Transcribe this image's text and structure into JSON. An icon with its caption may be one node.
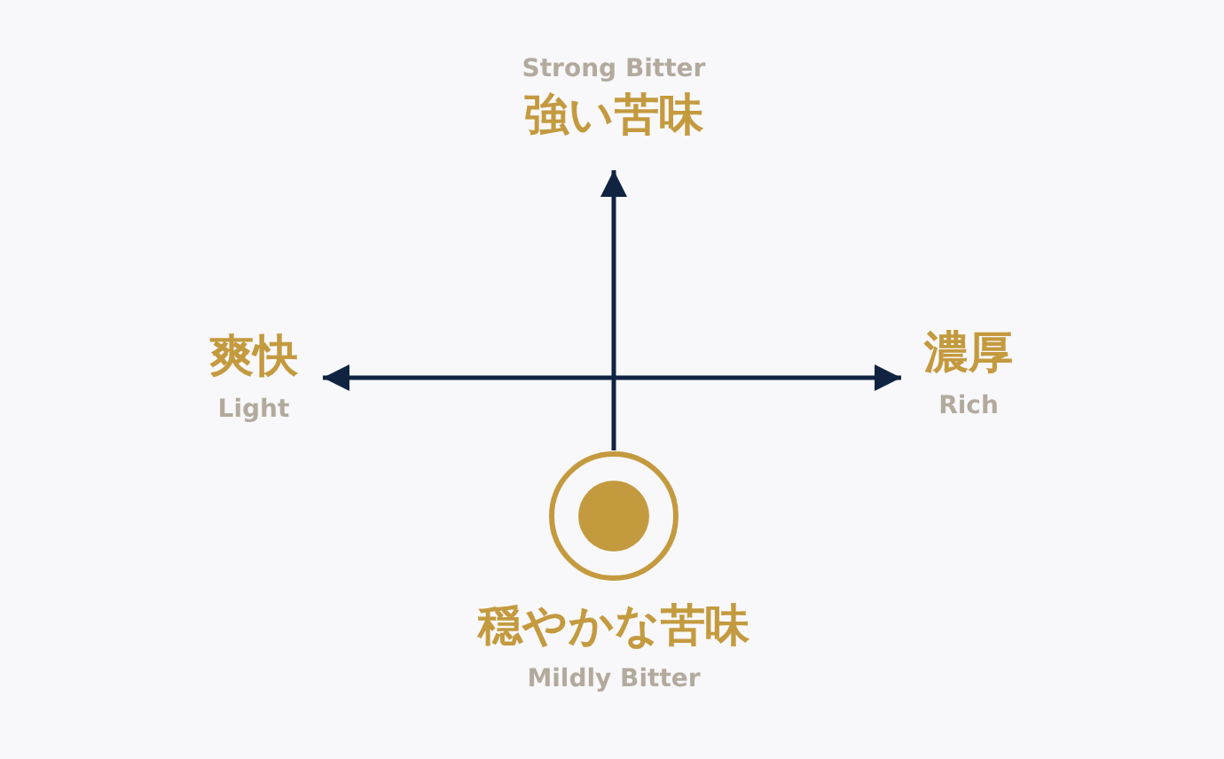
{
  "diagram": {
    "nodes": [
      {
        "text": [
          "Strong Bitter",
          "強い苦味"
        ]
      },
      {
        "text": [
          "爽快",
          "Light"
        ]
      },
      {
        "text": [
          "濃厚",
          "Rich"
        ]
      },
      {
        "text": [
          "穏やかな苦味",
          "Mildly Bitter"
        ]
      },
      {
        "text": [],
        "shape": "circle"
      }
    ],
    "edges": [
      {
        "from": 4,
        "to": 0,
        "arrow": "to"
      },
      {
        "from": 1,
        "to": 2,
        "arrow": "both"
      }
    ]
  }
}
